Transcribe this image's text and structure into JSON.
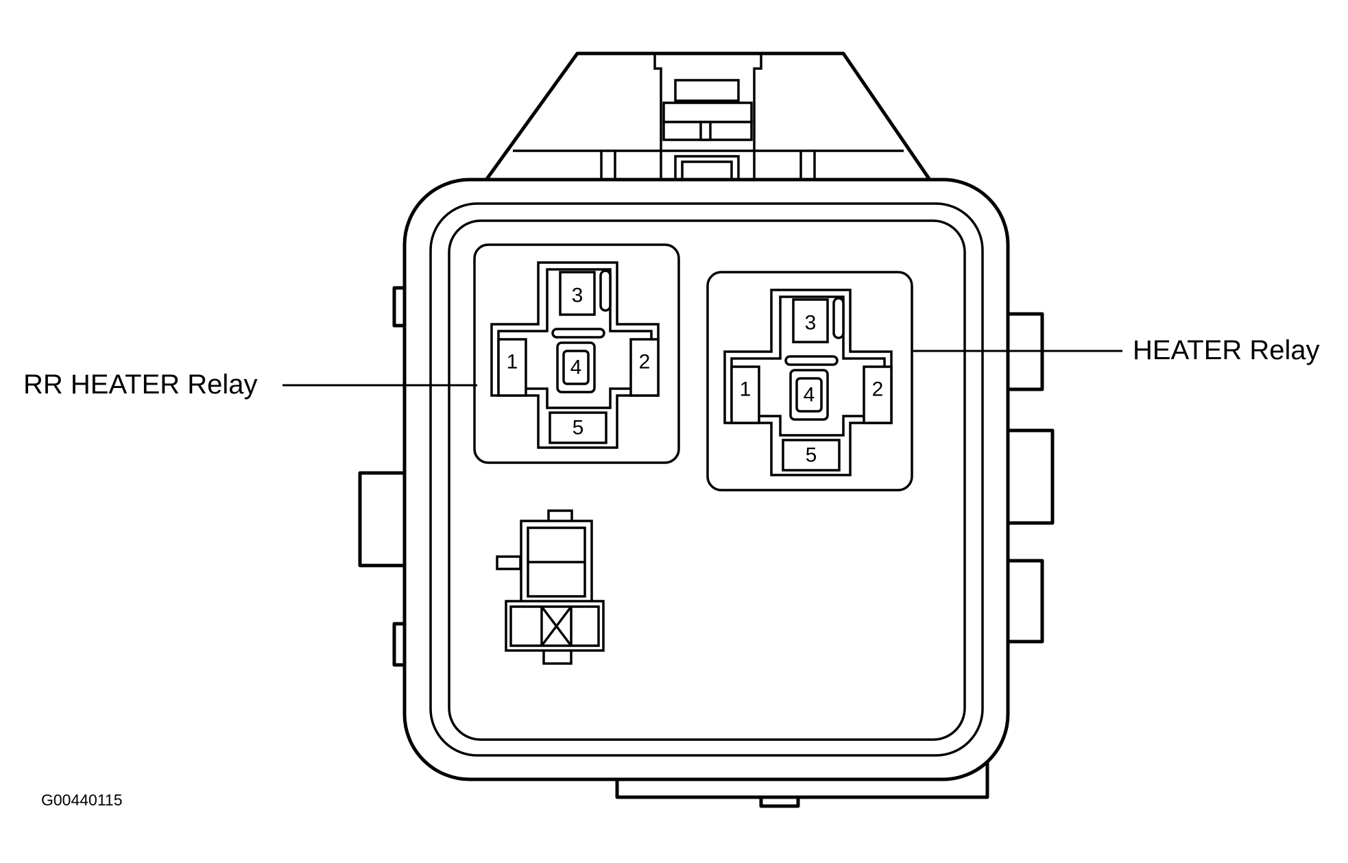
{
  "labels": {
    "rr_heater_relay": "RR HEATER Relay",
    "heater_relay": "HEATER Relay"
  },
  "figure_code": "G00440115",
  "relays": [
    {
      "name": "RR HEATER Relay",
      "pins": [
        "1",
        "2",
        "3",
        "4",
        "5"
      ]
    },
    {
      "name": "HEATER Relay",
      "pins": [
        "1",
        "2",
        "3",
        "4",
        "5"
      ]
    }
  ]
}
